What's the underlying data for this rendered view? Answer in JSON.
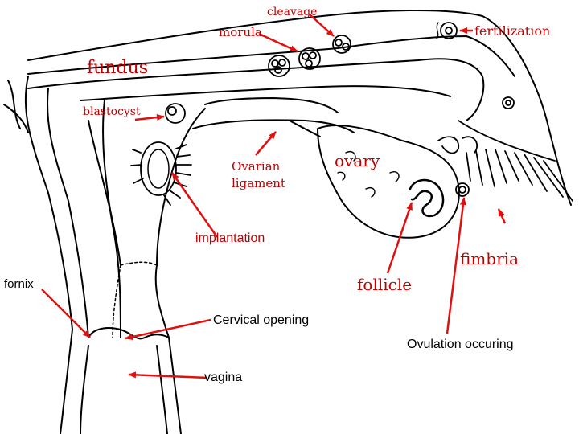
{
  "labels": {
    "cleavage": "cleavage",
    "morula": "morula",
    "fertilization": "fertilization",
    "fundus": "fundus",
    "blastocyst": "blastocyst",
    "ovarian_ligament_line1": "Ovarian",
    "ovarian_ligament_line2": "ligament",
    "ovary": "ovary",
    "implantation": "implantation",
    "fimbria": "fimbria",
    "fornix": "fornix",
    "follicle": "follicle",
    "cervical_opening": "Cervical opening",
    "ovulation_occuring": "Ovulation occuring",
    "vagina": "vagina"
  },
  "colors": {
    "label_red": "#c00000",
    "label_black": "#000000",
    "arrow": "#e01010",
    "outline": "#000000",
    "background": "#ffffff"
  }
}
